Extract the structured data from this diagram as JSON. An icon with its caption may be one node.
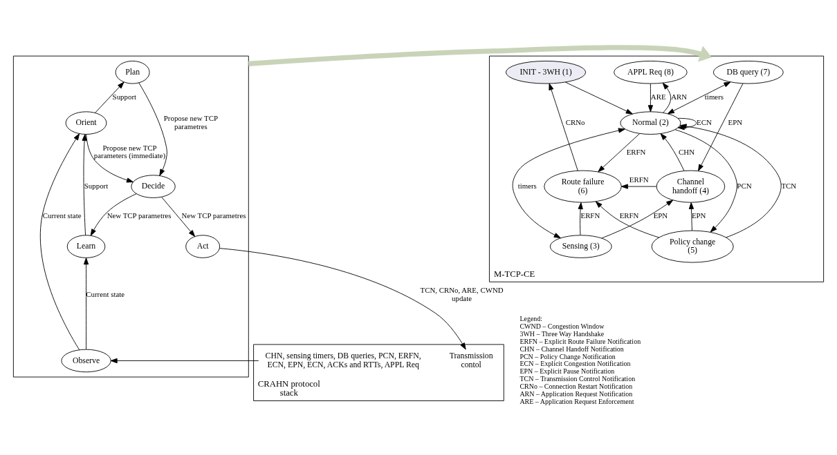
{
  "diagram": {
    "nodes": [
      {
        "text": [],
        "shape": "box"
      },
      {
        "text": [
          "Plan"
        ],
        "in": 0
      },
      {
        "text": [
          "Decide"
        ],
        "in": 0
      },
      {
        "text": [
          "Orient"
        ],
        "in": 0
      },
      {
        "text": [
          "Act"
        ],
        "in": 0
      },
      {
        "text": [
          "Learn"
        ],
        "in": 0
      },
      {
        "text": [
          "Observe"
        ],
        "in": 0
      },
      {
        "text": [
          "CRAHN protocol stack"
        ]
      },
      {
        "text": [
          "Transmission contol"
        ],
        "in": 7
      },
      {
        "text": [
          "CHN, sensing timers, DB queries, PCN, ERFN, ECN, EPN, ECN, ACKs and RTTs, APPL Req"
        ],
        "in": 7
      },
      {
        "text": [
          "M-TCP-CE"
        ]
      },
      {
        "text": [
          "DB query (7)"
        ],
        "in": 10
      },
      {
        "text": [
          "APPL Req (8)"
        ],
        "in": 10
      },
      {
        "text": [
          "INIT - 3WH (1)"
        ],
        "in": 10
      },
      {
        "text": [
          "Normal (2)"
        ],
        "in": 10
      },
      {
        "text": [
          "Route failure (6)"
        ],
        "in": 10
      },
      {
        "text": [
          "Channel handoff (4)"
        ],
        "in": 10
      },
      {
        "text": [
          "Policy change (5)"
        ],
        "in": 10
      },
      {
        "text": [
          "Sensing (3)"
        ],
        "in": 10
      }
    ],
    "edges": [
      {
        "from": 1,
        "to": 2,
        "arrow": "to",
        "label": "Propose new TCP parametres"
      },
      {
        "from": 3,
        "to": 1,
        "arrow": "to",
        "label": "Support"
      },
      {
        "from": 3,
        "to": 2,
        "arrow": "to",
        "label": "Propose new TCP parameters (immediate)"
      },
      {
        "from": 2,
        "to": 4,
        "arrow": "to",
        "label": "New TCP parametres"
      },
      {
        "from": 2,
        "to": 5,
        "arrow": "to",
        "label": "New TCP parametres"
      },
      {
        "from": 5,
        "to": 3,
        "arrow": "to",
        "label": "Support"
      },
      {
        "from": 6,
        "to": 5,
        "arrow": "to",
        "label": "Current state"
      },
      {
        "from": 6,
        "to": 3,
        "arrow": "to",
        "label": "Current state"
      },
      {
        "from": 4,
        "to": 8,
        "arrow": "to",
        "label": "TCN, CRNo, ARE, CWND update"
      },
      {
        "from": 9,
        "to": 6,
        "arrow": "to"
      },
      {
        "from": 0,
        "to": 10,
        "arrow": "to",
        "style": "thick",
        "color": "#c9d3b8"
      },
      {
        "from": 11,
        "to": 14,
        "arrow": "both",
        "label": "timers"
      },
      {
        "from": 12,
        "to": 14,
        "arrow": "to",
        "label": "ARE"
      },
      {
        "from": 14,
        "to": 12,
        "arrow": "to",
        "label": "ARN"
      },
      {
        "from": 13,
        "to": 14,
        "arrow": "to"
      },
      {
        "from": 14,
        "to": 14,
        "arrow": "to",
        "label": "ECN"
      },
      {
        "from": 14,
        "to": 15,
        "arrow": "to",
        "label": "ERFN"
      },
      {
        "from": 15,
        "to": 13,
        "arrow": "to",
        "label": "CRNo"
      },
      {
        "from": 11,
        "to": 16,
        "arrow": "to",
        "label": "EPN"
      },
      {
        "from": 16,
        "to": 14,
        "arrow": "to",
        "label": "CHN"
      },
      {
        "from": 14,
        "to": 18,
        "arrow": "both",
        "label": "timers"
      },
      {
        "from": 17,
        "to": 14,
        "arrow": "to",
        "label": "TCN"
      },
      {
        "from": 14,
        "to": 17,
        "arrow": "to",
        "label": "PCN"
      },
      {
        "from": 17,
        "to": 15,
        "arrow": "to",
        "label": "ERFN"
      },
      {
        "from": 18,
        "to": 16,
        "arrow": "to",
        "label": "EPN"
      },
      {
        "from": 18,
        "to": 15,
        "arrow": "to",
        "label": "ERFN"
      },
      {
        "from": 17,
        "to": 16,
        "arrow": "to",
        "label": "EPN"
      },
      {
        "from": 16,
        "to": 15,
        "arrow": "to",
        "label": "ERFN"
      }
    ],
    "labels": [
      "Legend:",
      "CWND – Congestion Window",
      "3WH – Three Way Handshake",
      "ERFN – Explicit Route Failure Notification",
      "CHN – Channel Handoff Notification",
      "PCN – Policy Change Notification",
      "ECN – Explicit Congestion Notification",
      "EPN – Explicit Pause Notification",
      "TCN – Transmission Control Notification",
      "CRNo – Connection Restart Notification",
      "ARN – Application Request Notification",
      "ARE – Application Request Enforcement"
    ]
  }
}
